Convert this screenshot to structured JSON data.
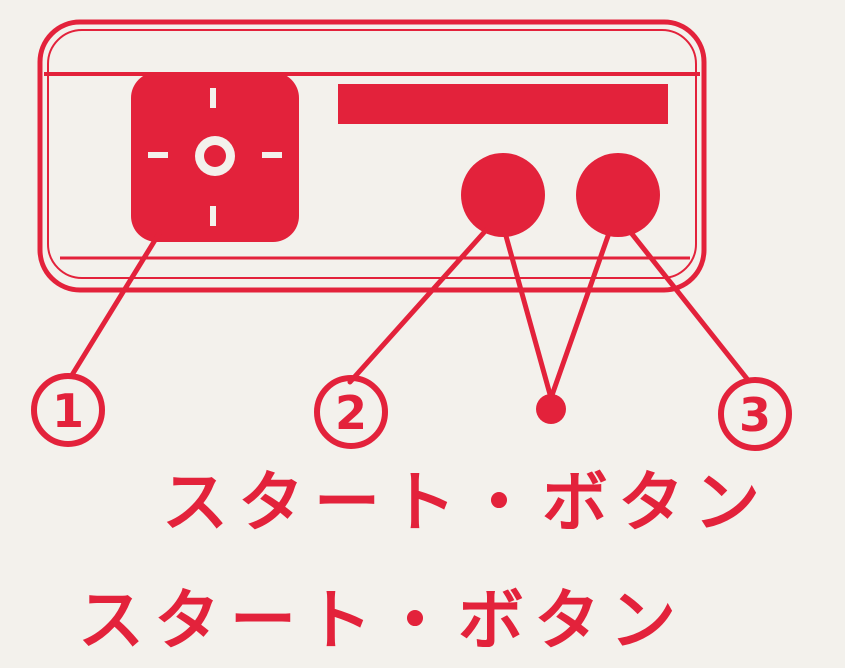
{
  "callouts": {
    "one": "1",
    "two": "2",
    "three": "3"
  },
  "captions": {
    "upper": "スタート・ボタン",
    "lower": "スタート・ボタン"
  },
  "colors": {
    "ink": "#e3223b",
    "paper": "#f3f1ec"
  },
  "icons": {
    "dpad": "dpad-icon"
  }
}
